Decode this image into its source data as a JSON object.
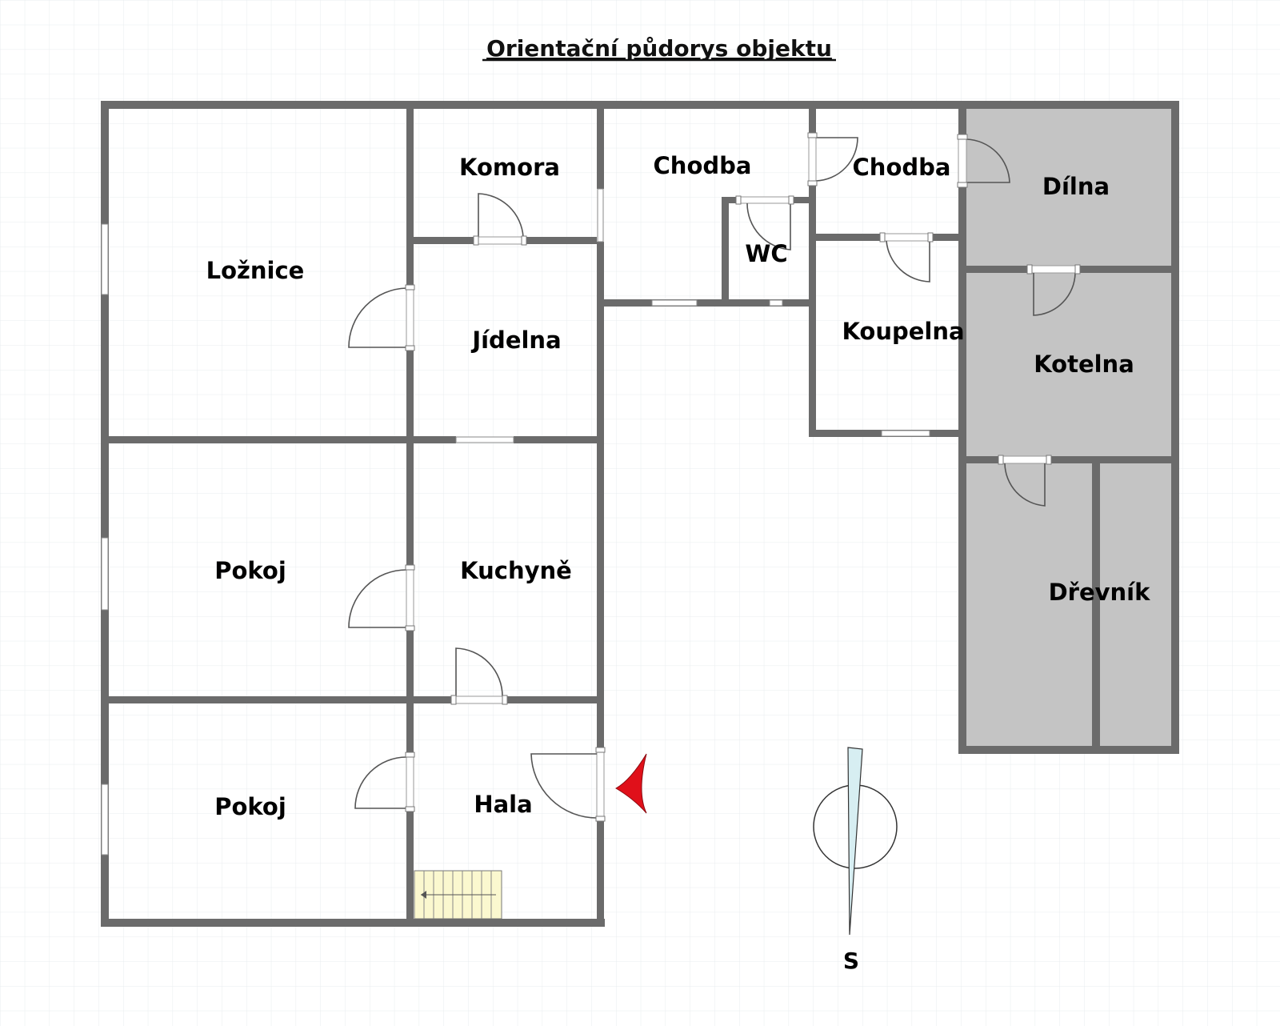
{
  "title": "Orientační půdorys objektu",
  "rooms": {
    "loznice": "Ložnice",
    "komora": "Komora",
    "chodba1": "Chodba",
    "chodba2": "Chodba",
    "dilna": "Dílna",
    "wc": "WC",
    "jidelna": "Jídelna",
    "koupelna": "Koupelna",
    "kotelna": "Kotelna",
    "pokoj1": "Pokoj",
    "kuchyne": "Kuchyně",
    "drevnik": "Dřevník",
    "pokoj2": "Pokoj",
    "hala": "Hala"
  },
  "compass": {
    "label": "S"
  },
  "colors": {
    "wall": "#6b6b6b",
    "outbuilding_fill": "#c4c4c4",
    "stairs_fill": "#fbf8cf",
    "entrance_marker": "#e0101a",
    "compass_needle": "#d7eef2",
    "grid": "#e9ecef"
  },
  "icons": {
    "entrance": "entrance-arrow-icon",
    "compass": "north-compass-icon",
    "stairs": "staircase-icon"
  }
}
